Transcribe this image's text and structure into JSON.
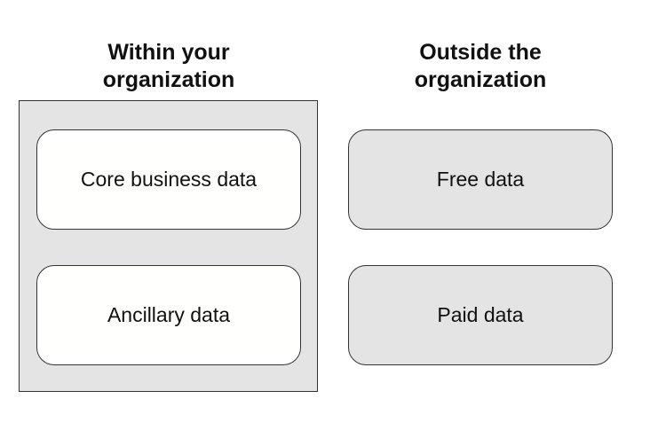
{
  "diagram": {
    "left_column": {
      "heading": "Within your\norganization",
      "items": [
        {
          "label": "Core business data"
        },
        {
          "label": "Ancillary data"
        }
      ]
    },
    "right_column": {
      "heading": "Outside the\norganization",
      "items": [
        {
          "label": "Free data"
        },
        {
          "label": "Paid data"
        }
      ]
    },
    "colors": {
      "panel_fill": "#e4e4e4",
      "inner_box_fill": "#fffffe",
      "outer_box_fill": "#e4e4e4",
      "border": "#333333"
    }
  }
}
